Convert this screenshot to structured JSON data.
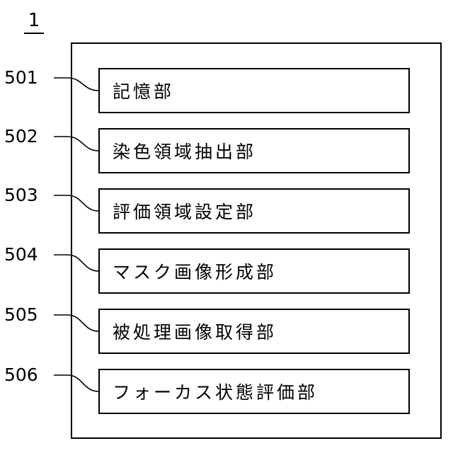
{
  "figure_label": "1",
  "units": [
    {
      "ref": "501",
      "label": "記憶部"
    },
    {
      "ref": "502",
      "label": "染色領域抽出部"
    },
    {
      "ref": "503",
      "label": "評価領域設定部"
    },
    {
      "ref": "504",
      "label": "マスク画像形成部"
    },
    {
      "ref": "505",
      "label": "被処理画像取得部"
    },
    {
      "ref": "506",
      "label": "フォーカス状態評価部"
    }
  ]
}
